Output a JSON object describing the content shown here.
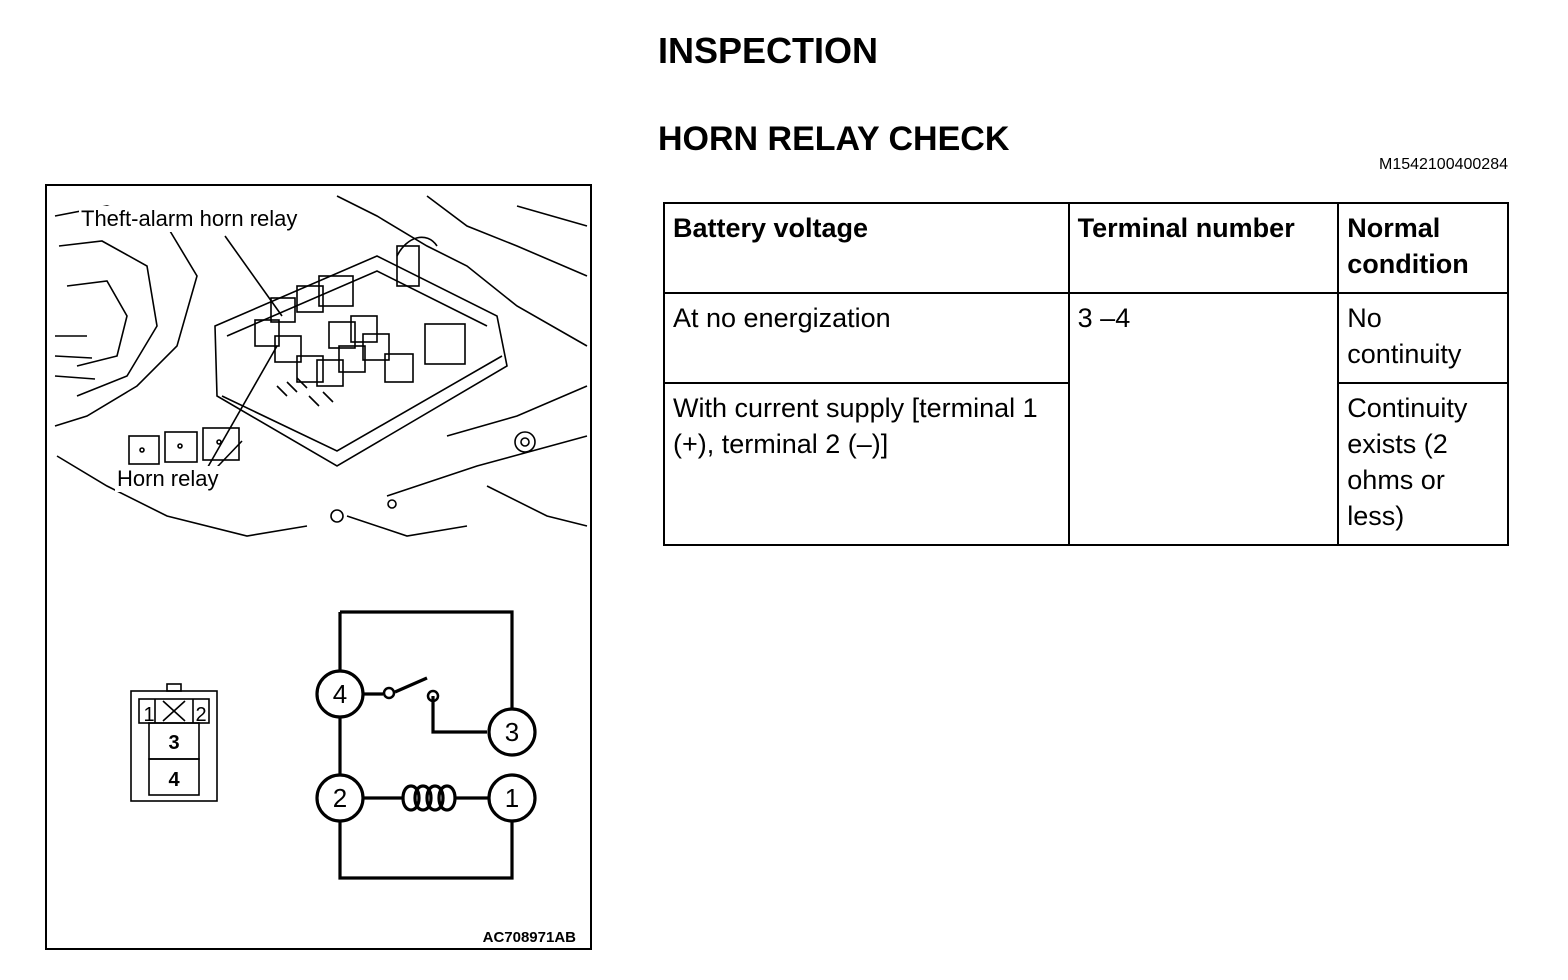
{
  "heading": {
    "title": "INSPECTION",
    "subtitle": "HORN RELAY CHECK",
    "doc_id": "M1542100400284"
  },
  "figure": {
    "label_theft_alarm": "Theft-alarm horn relay",
    "label_horn_relay": "Horn relay",
    "connector_terminals": [
      "1",
      "2",
      "3",
      "4"
    ],
    "circuit_terminals": [
      "4",
      "3",
      "2",
      "1"
    ],
    "figure_code": "AC708971AB"
  },
  "table": {
    "headers": [
      "Battery voltage",
      "Terminal number",
      "Normal condition"
    ],
    "rows": [
      {
        "battery_voltage": "At no energization",
        "terminal_number": "3 –4",
        "normal_condition": "No continuity"
      },
      {
        "battery_voltage": "With current supply [terminal 1 (+), terminal 2 (–)]",
        "terminal_number": "",
        "normal_condition": "Continuity exists (2 ohms or less)"
      }
    ]
  }
}
